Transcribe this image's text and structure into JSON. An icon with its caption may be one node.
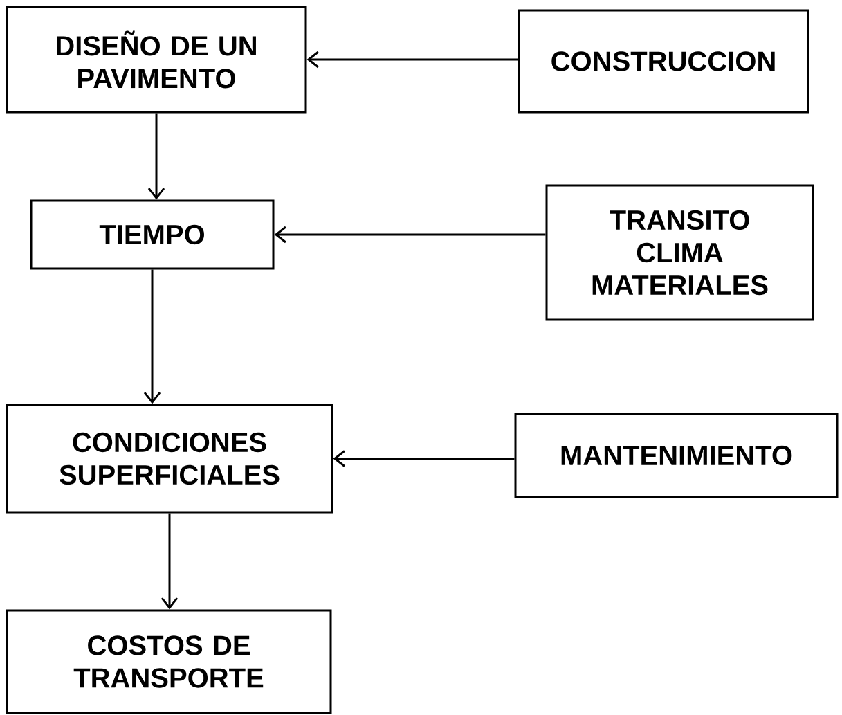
{
  "diagram": {
    "nodes": [
      {
        "text": [
          "DISEÑO DE UN PAVIMENTO"
        ]
      },
      {
        "text": [
          "CONSTRUCCION"
        ]
      },
      {
        "text": [
          "TIEMPO"
        ]
      },
      {
        "text": [
          "TRANSITO CLIMA MATERIALES"
        ]
      },
      {
        "text": [
          "CONDICIONES SUPERFICIALES"
        ]
      },
      {
        "text": [
          "MANTENIMIENTO"
        ]
      },
      {
        "text": [
          "COSTOS DE TRANSPORTE"
        ]
      }
    ],
    "edges": [
      {
        "from": 1,
        "to": 0,
        "arrow": "to"
      },
      {
        "from": 0,
        "to": 2,
        "arrow": "to"
      },
      {
        "from": 3,
        "to": 2,
        "arrow": "to"
      },
      {
        "from": 2,
        "to": 4,
        "arrow": "to"
      },
      {
        "from": 5,
        "to": 4,
        "arrow": "to"
      },
      {
        "from": 4,
        "to": 6,
        "arrow": "to"
      }
    ]
  }
}
